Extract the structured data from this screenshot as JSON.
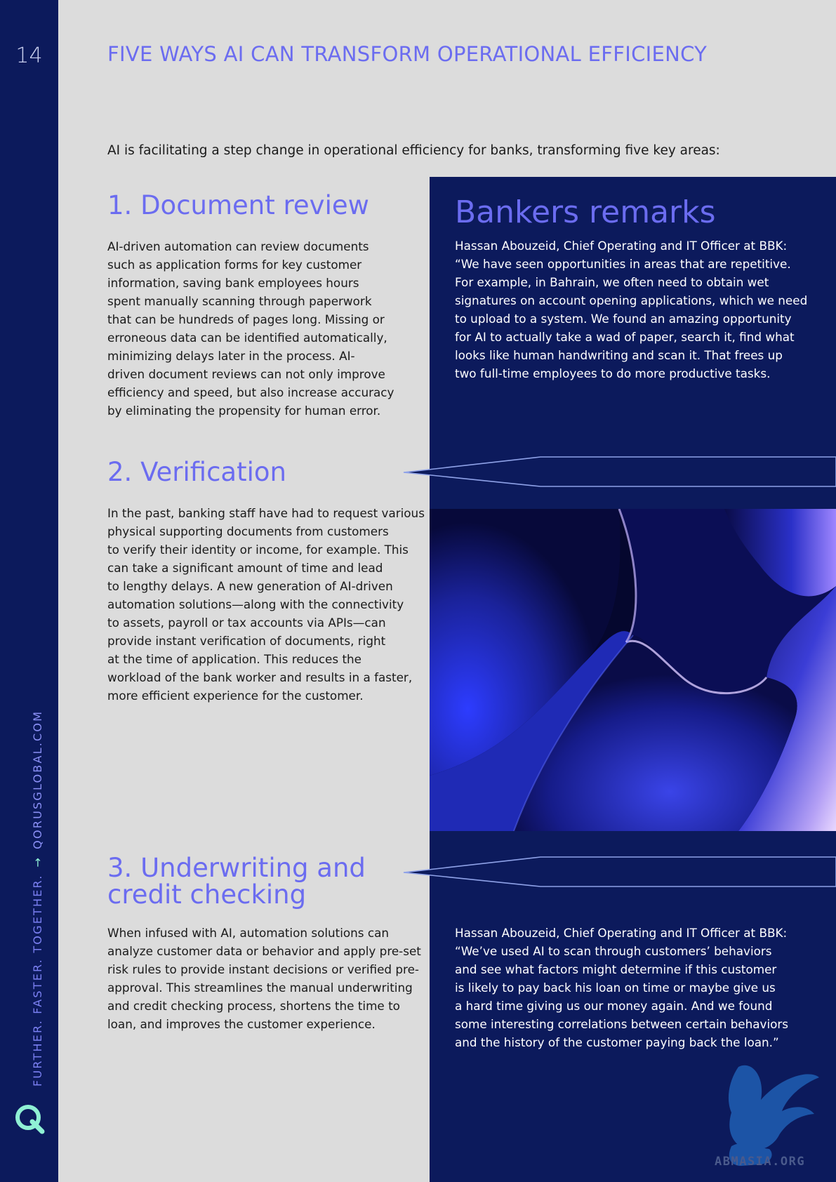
{
  "page_number": "14",
  "page_title": "FIVE WAYS AI CAN TRANSFORM OPERATIONAL EFFICIENCY",
  "intro": "AI is facilitating a step change in operational efficiency for banks, transforming five key areas:",
  "sidebar": {
    "tagline": "FURTHER. FASTER. TOGETHER.",
    "arrow": "→",
    "url": "QORUSGLOBAL.COM",
    "logo_icon": "q-logo-icon",
    "accent_color": "#8ff0d4"
  },
  "sections": [
    {
      "heading": "1. Document review",
      "lines": [
        "AI-driven automation can review documents",
        "such as application forms for key customer",
        "information, saving bank employees hours",
        "spent manually scanning through paperwork",
        "that can be hundreds of pages long. Missing or",
        "erroneous data can be identified automatically,",
        "minimizing delays later in the process. AI-",
        "driven document reviews can not only improve",
        "efficiency and speed, but also increase accuracy",
        "by eliminating the propensity for human error."
      ]
    },
    {
      "heading": "2. Verification",
      "lines": [
        "In the past, banking staff have had to request various",
        "physical supporting documents from customers",
        "to verify their identity or income, for example. This",
        "can take a significant amount of time and lead",
        "to lengthy delays. A new generation of AI-driven",
        "automation solutions—along with the connectivity",
        "to assets, payroll or tax accounts via APIs—can",
        "provide instant verification of documents, right",
        "at the time of application. This reduces the",
        "workload of the bank worker and results in a faster,",
        "more efficient experience for the customer."
      ]
    },
    {
      "heading_lines": [
        "3. Underwriting and",
        "credit checking"
      ],
      "lines": [
        "When infused with AI, automation solutions can",
        "analyze customer data or behavior and apply pre-set",
        "risk rules to provide instant decisions or verified pre-",
        "approval. This streamlines the manual underwriting",
        "and credit checking process, shortens the time to",
        "loan, and improves the customer experience."
      ]
    }
  ],
  "panel": {
    "title": "Bankers remarks",
    "quote1": [
      "Hassan Abouzeid, Chief Operating and IT Officer at BBK:",
      "“We have seen opportunities in areas that are repetitive.",
      "For example, in Bahrain, we often need to obtain wet",
      "signatures on account opening applications, which we need",
      "to upload to a system. We found an amazing opportunity",
      "for AI to actually take a wad of paper, search it, find what",
      "looks like human handwriting and scan it. That frees up",
      "two full-time employees to do more productive tasks."
    ],
    "quote2": [
      "Hassan Abouzeid, Chief Operating and IT Officer at BBK:",
      "“We’ve used AI to scan through customers’ behaviors",
      "and see what factors might determine if this customer",
      "is likely to pay back his loan on time or maybe give us",
      "a hard time giving us our money again. And we found",
      "some interesting correlations between certain behaviors",
      "and the history of the customer paying back the loan.”"
    ]
  },
  "watermark": {
    "text": "ABMASIA.ORG",
    "icon": "winged-lion-icon"
  },
  "colors": {
    "navy": "#0c1a5c",
    "accent": "#6b6cf0",
    "page_bg": "#dcdcdc"
  }
}
